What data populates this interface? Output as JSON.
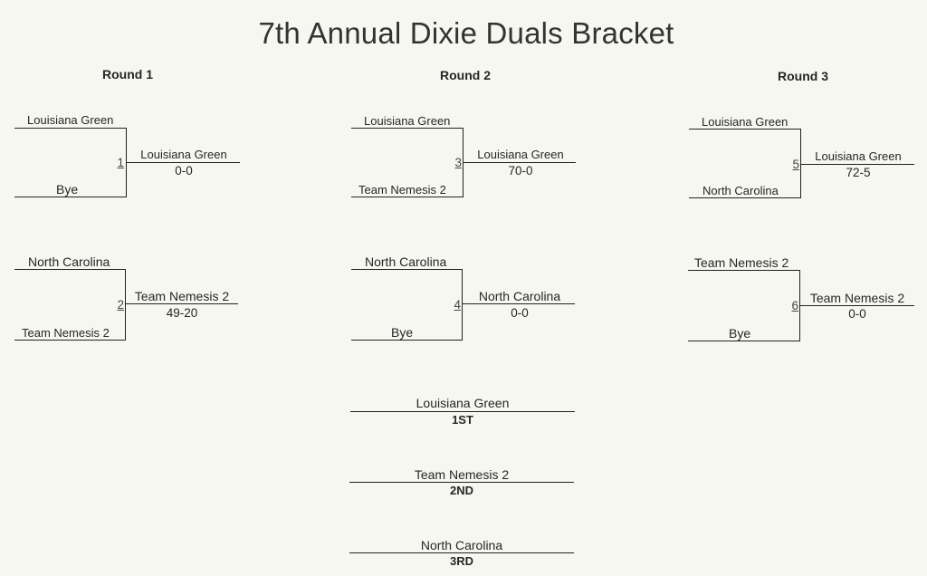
{
  "title": "7th Annual Dixie Duals Bracket",
  "rounds": [
    {
      "label": "Round 1",
      "matches": [
        {
          "number": "1",
          "top": "Louisiana Green",
          "bottom": "Bye",
          "winner": "Louisiana Green",
          "score": "0-0"
        },
        {
          "number": "2",
          "top": "North Carolina",
          "bottom": "Team Nemesis 2",
          "winner": "Team Nemesis 2",
          "score": "49-20"
        }
      ]
    },
    {
      "label": "Round 2",
      "matches": [
        {
          "number": "3",
          "top": "Louisiana Green",
          "bottom": "Team Nemesis 2",
          "winner": "Louisiana Green",
          "score": "70-0"
        },
        {
          "number": "4",
          "top": "North Carolina",
          "bottom": "Bye",
          "winner": "North Carolina",
          "score": "0-0"
        }
      ]
    },
    {
      "label": "Round 3",
      "matches": [
        {
          "number": "5",
          "top": "Louisiana Green",
          "bottom": "North Carolina",
          "winner": "Louisiana Green",
          "score": "72-5"
        },
        {
          "number": "6",
          "top": "Team Nemesis 2",
          "bottom": "Bye",
          "winner": "Team Nemesis 2",
          "score": "0-0"
        }
      ]
    }
  ],
  "standings": [
    {
      "name": "Louisiana Green",
      "rank": "1ST"
    },
    {
      "name": "Team Nemesis 2",
      "rank": "2ND"
    },
    {
      "name": "North Carolina",
      "rank": "3RD"
    }
  ]
}
